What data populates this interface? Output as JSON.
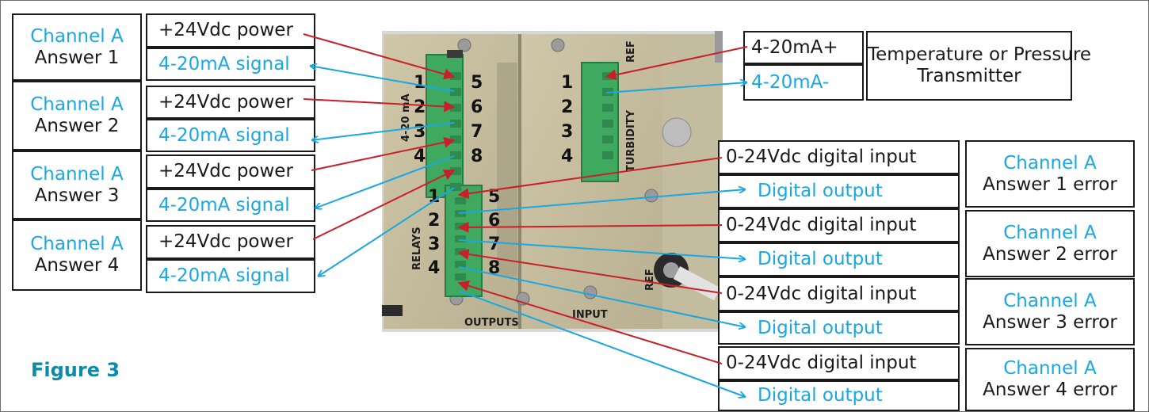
{
  "figure_label": "Figure 3",
  "left_channels": [
    {
      "channel": "Channel A",
      "answer": "Answer 1",
      "power": "+24Vdc power",
      "signal": "4-20mA signal"
    },
    {
      "channel": "Channel A",
      "answer": "Answer 2",
      "power": "+24Vdc power",
      "signal": "4-20mA signal"
    },
    {
      "channel": "Channel A",
      "answer": "Answer 3",
      "power": "+24Vdc power",
      "signal": "4-20mA signal"
    },
    {
      "channel": "Channel A",
      "answer": "Answer 4",
      "power": "+24Vdc power",
      "signal": "4-20mA signal"
    }
  ],
  "transmitter": {
    "plus": "4-20mA+",
    "minus": "4-20mA-",
    "name_line1": "Temperature or Pressure",
    "name_line2": "Transmitter"
  },
  "digital_rows": [
    {
      "input": "0-24Vdc digital input",
      "output": "Digital output",
      "channel": "Channel A",
      "error": "Answer 1 error"
    },
    {
      "input": "0-24Vdc digital input",
      "output": "Digital output",
      "channel": "Channel A",
      "error": "Answer 2 error"
    },
    {
      "input": "0-24Vdc digital input",
      "output": "Digital output",
      "channel": "Channel A",
      "error": "Answer 3 error"
    },
    {
      "input": "0-24Vdc digital input",
      "output": "Digital output",
      "channel": "Channel A",
      "error": "Answer 4 error"
    }
  ],
  "photo": {
    "block_4_20_label": "4-20 mA",
    "relays_label": "RELAYS",
    "turbidity_label": "TURBIDITY",
    "outputs_label": "OUTPUTS",
    "input_label": "INPUT",
    "ref_label": "REF",
    "terminals": {
      "left_upper": [
        "1",
        "2",
        "3",
        "4"
      ],
      "right_upper": [
        "5",
        "6",
        "7",
        "8"
      ],
      "left_lower": [
        "1",
        "2",
        "3",
        "4"
      ],
      "right_lower": [
        "5",
        "6",
        "7",
        "8"
      ],
      "turbidity": [
        "1",
        "2",
        "3",
        "4"
      ]
    }
  },
  "colors": {
    "power_wire": "#c8202a",
    "signal_wire": "#1aa7e2",
    "caption": "#0e8aab",
    "terminal_block": "#3faa5f"
  }
}
